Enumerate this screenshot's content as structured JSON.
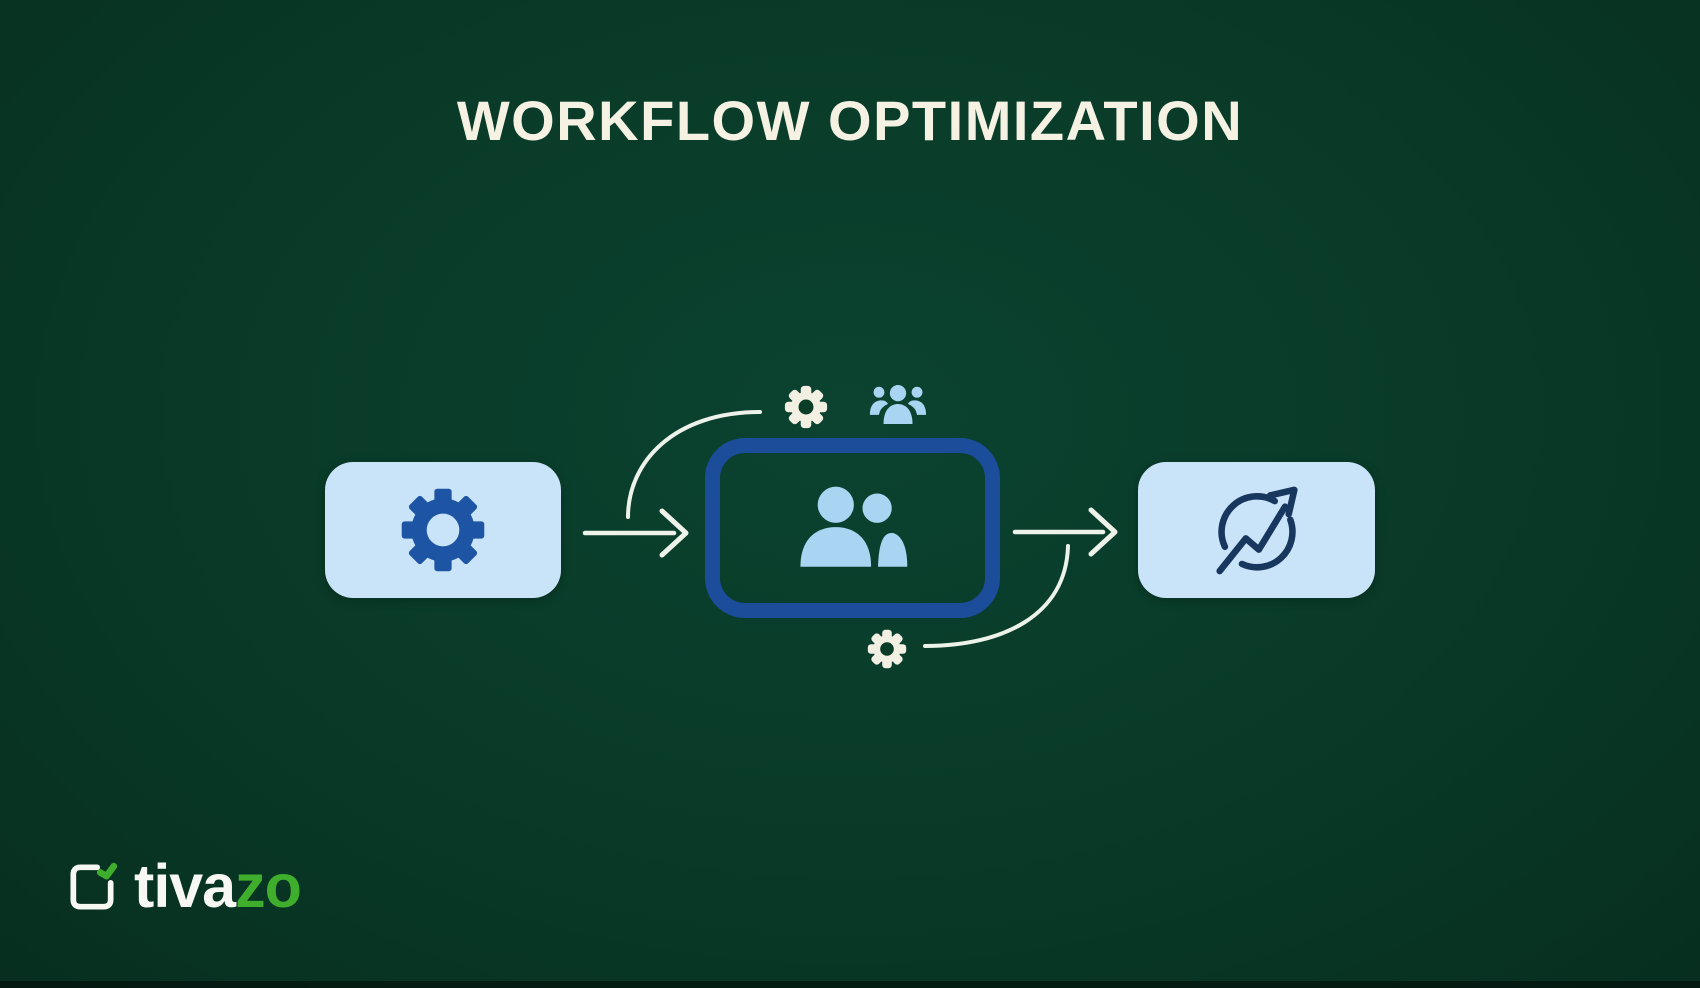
{
  "title": "WORKFLOW OPTIMIZATION",
  "brand": {
    "name": "tivazo",
    "text_primary": "tiva",
    "text_accent": "zo"
  },
  "diagram": {
    "nodes": [
      {
        "id": "process",
        "icon": "gear-icon",
        "style": "filled-light-blue"
      },
      {
        "id": "team",
        "icon": "people-icon",
        "style": "outlined-dark-blue"
      },
      {
        "id": "growth",
        "icon": "growth-arrow-icon",
        "style": "filled-light-blue"
      }
    ],
    "connectors": [
      {
        "from": "process",
        "to": "team",
        "type": "straight-arrow"
      },
      {
        "from": "team",
        "to": "growth",
        "type": "straight-arrow"
      },
      {
        "from": "process",
        "to": "gear-accent-top",
        "type": "curved-line"
      },
      {
        "from": "gear-accent-bottom",
        "to": "growth",
        "type": "curved-line"
      }
    ],
    "accent_icons": [
      {
        "id": "gear-accent-top",
        "icon": "gear-icon",
        "color": "cream"
      },
      {
        "id": "group-accent-top",
        "icon": "people-group-icon",
        "color": "light-blue"
      },
      {
        "id": "gear-accent-bottom",
        "icon": "gear-icon",
        "color": "cream"
      }
    ]
  },
  "colors": {
    "background": "#093a27",
    "title_text": "#f5f2e4",
    "node_fill": "#c9e3f8",
    "gear_blue": "#1d55a4",
    "outline_border_blue": "#1b4d9b",
    "icon_light_blue": "#a9d4f2",
    "line_icon_navy": "#17375e",
    "connector_cream": "#edf2ea",
    "brand_green": "#3fae2d",
    "brand_white": "#f7f8f4"
  }
}
